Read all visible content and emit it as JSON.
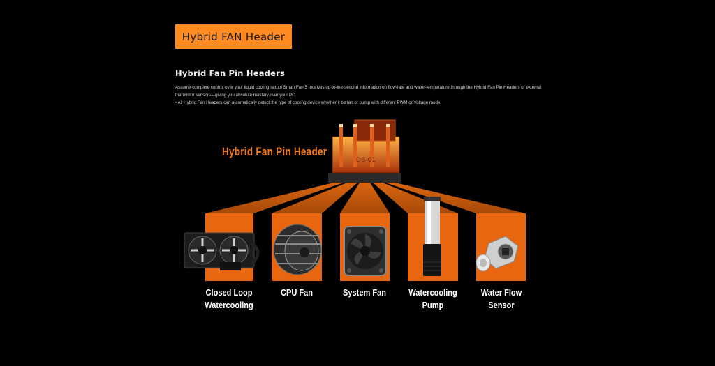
{
  "badge": {
    "label": "Hybrid FAN Header",
    "color": "#ff8a1f"
  },
  "section": {
    "title": "Hybrid Fan Pin Headers",
    "paragraph": "Assume complete control over your liquid cooling setup! Smart Fan 5 receives up-to-the-second information on flow-rate and water-temperature through the Hybrid Fan Pin Headers or external thermistor sensors—giving you absolute mastery over your PC.",
    "bullet": "• All Hybrid Fan Headers can automatically detect the type of cooling device whether it be fan or pump with different PWM or Voltage mode."
  },
  "diagram": {
    "header_label": "Hybrid Fan Pin Header",
    "accent_color": "#e8660f",
    "connector_marking": "OB-01",
    "devices": [
      {
        "line1": "Closed Loop",
        "line2": "Watercooling",
        "icon": "aio-radiator-icon"
      },
      {
        "line1": "CPU Fan",
        "line2": "",
        "icon": "cpu-cooler-icon"
      },
      {
        "line1": "System Fan",
        "line2": "",
        "icon": "case-fan-icon"
      },
      {
        "line1": "Watercooling",
        "line2": "Pump",
        "icon": "pump-reservoir-icon"
      },
      {
        "line1": "Water Flow",
        "line2": "Sensor",
        "icon": "flow-sensor-icon"
      }
    ]
  }
}
